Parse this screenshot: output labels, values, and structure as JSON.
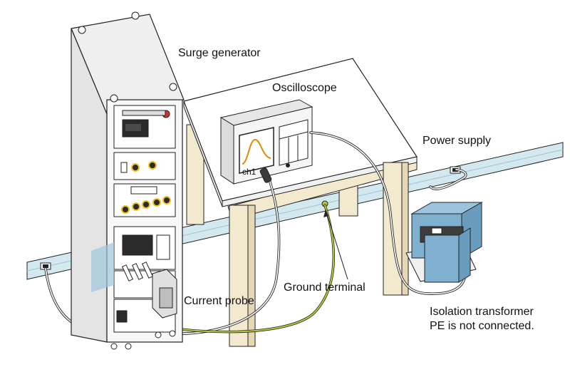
{
  "labels": {
    "surge_generator": "Surge generator",
    "oscilloscope": "Oscilloscope",
    "power_supply": "Power supply",
    "ground_terminal": "Ground terminal",
    "current_probe": "Current probe",
    "isolation_transformer": "Isolation transformer",
    "pe_note": "PE is not connected.",
    "channel": "ch1"
  },
  "colors": {
    "outline": "#222222",
    "equipment_body": "#f2f2f2",
    "panel_dark": "#2b2b2b",
    "table_top": "#ffffff",
    "table_leg": "#f3e9cf",
    "rail": "#d3e8ef",
    "transformer": "#7fb0cf",
    "transformer_core": "#3d3d3d",
    "ground_wire": "#b5c93a",
    "knob_ring": "#f0c020",
    "stop_button": "#d9302a",
    "screen_bg": "#ffffff",
    "waveform": "#e08a00"
  },
  "icons": [
    "surge-generator-cabinet-icon",
    "oscilloscope-icon",
    "isolation-transformer-icon",
    "current-probe-icon",
    "power-outlet-icon",
    "ground-terminal-icon"
  ]
}
